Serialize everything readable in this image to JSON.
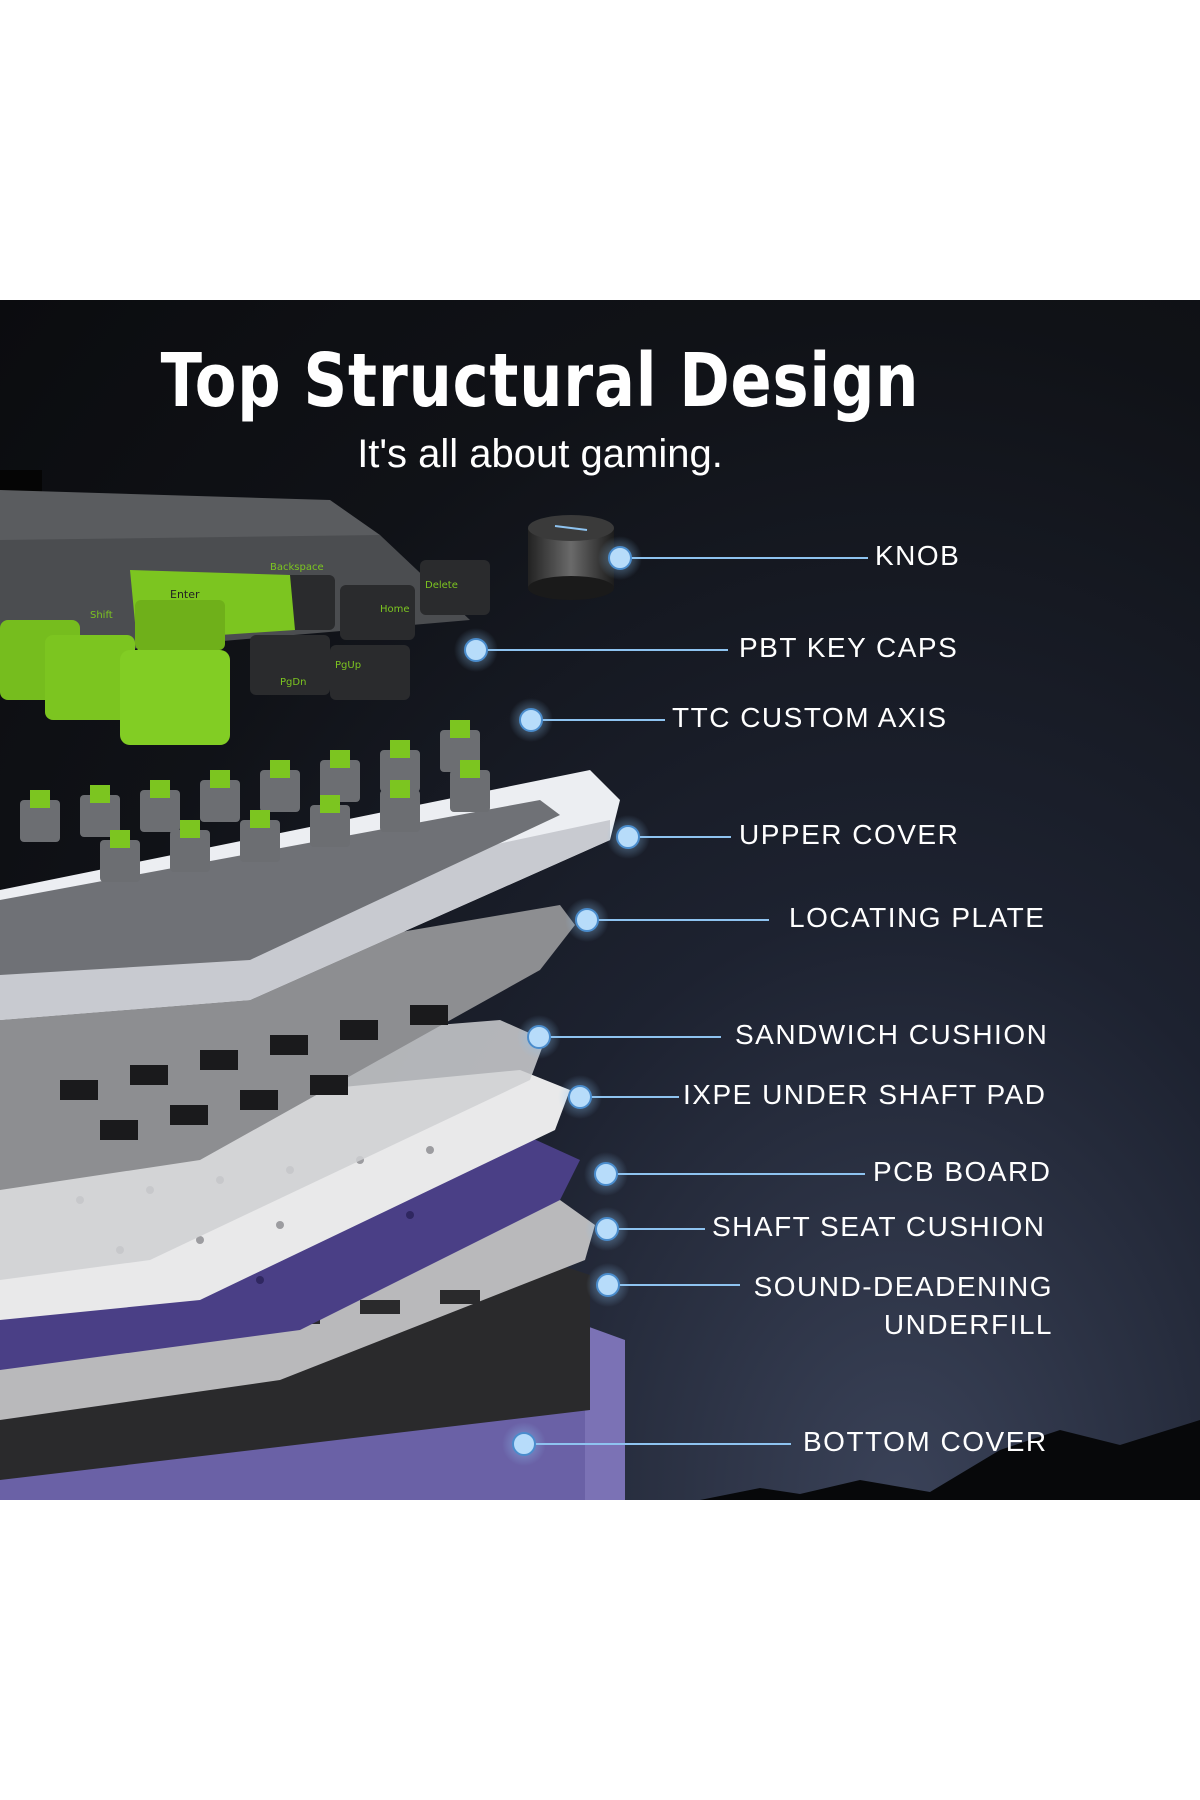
{
  "header": {
    "title": "Top Structural Design",
    "subtitle": "It's all about gaming."
  },
  "keycap_legends": [
    "Enter",
    "Shift",
    "Backspace",
    "Home",
    "PgUp",
    "PgDn",
    "Delete"
  ],
  "colors": {
    "background": "#0f1115",
    "accent_green": "#7cc520",
    "callout_blue": "#8ec3f0",
    "pcb_purple": "#4a3f86",
    "bottom_purple": "#7b72b5"
  },
  "callouts": [
    {
      "id": "knob",
      "label": "KNOB"
    },
    {
      "id": "pbt-key-caps",
      "label": "PBT KEY CAPS"
    },
    {
      "id": "ttc-custom-axis",
      "label": "TTC  CUSTOM AXIS"
    },
    {
      "id": "upper-cover",
      "label": "UPPER COVER"
    },
    {
      "id": "locating-plate",
      "label": "LOCATING PLATE"
    },
    {
      "id": "sandwich-cushion",
      "label": "SANDWICH CUSHION"
    },
    {
      "id": "ixpe-under-shaft-pad",
      "label": "IXPE UNDER SHAFT PAD"
    },
    {
      "id": "pcb-board",
      "label": "PCB BOARD"
    },
    {
      "id": "shaft-seat-cushion",
      "label": "SHAFT SEAT CUSHION"
    },
    {
      "id": "sound-deadening-underfill",
      "label": "SOUND-DEADENING",
      "label_line2": "UNDERFILL"
    },
    {
      "id": "bottom-cover",
      "label": "BOTTOM COVER"
    }
  ]
}
